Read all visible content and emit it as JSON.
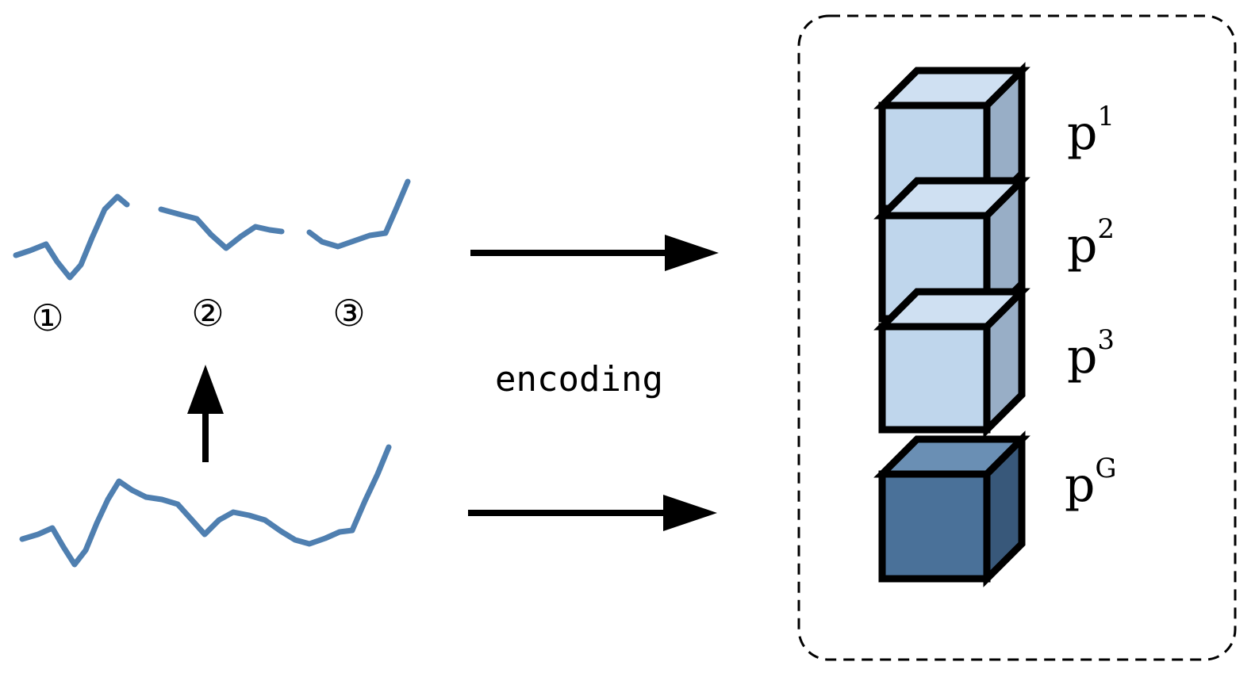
{
  "segments": [
    {
      "label": "①"
    },
    {
      "label": "②"
    },
    {
      "label": "③"
    }
  ],
  "encoding_label": "encoding",
  "cubes": [
    {
      "base": "p",
      "sup": "1"
    },
    {
      "base": "p",
      "sup": "2"
    },
    {
      "base": "p",
      "sup": "3"
    },
    {
      "base": "p",
      "sup": "G"
    }
  ],
  "colors": {
    "series_line": "#4f7fb0",
    "segment_cube_front": "#bfd6ec",
    "segment_cube_top": "#cfe0f2",
    "segment_cube_side": "#98aec6",
    "global_cube_front": "#4a7199",
    "global_cube_top": "#6a8fb4",
    "global_cube_side": "#38587a"
  },
  "icons": {
    "arrow_up": "arrow-up-icon",
    "arrow_right": "arrow-right-icon"
  }
}
